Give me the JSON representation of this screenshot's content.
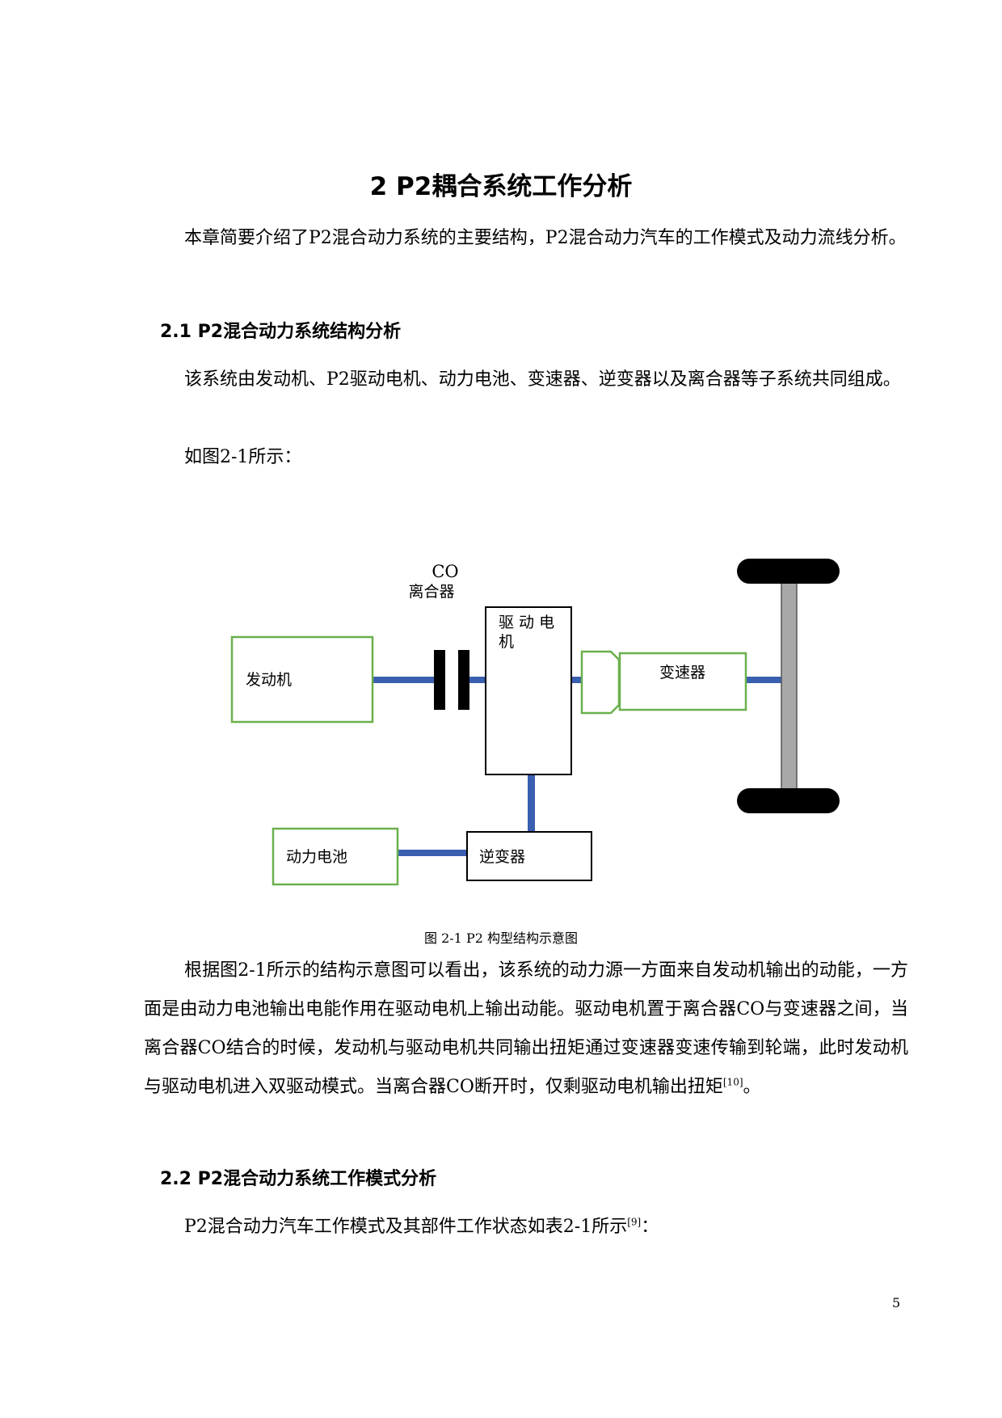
{
  "heading": "2   P2耦合系统工作分析",
  "intro": {
    "text": "本章简要介绍了P2混合动力系统的主要结构，P2混合动力汽车的工作模式及动力流线分析。"
  },
  "section1": {
    "title": "2.1 P2混合动力系统结构分析",
    "para1": "该系统由发动机、P2驱动电机、动力电池、变速器、逆变器以及离合器等子系统共同组成。",
    "para2": "如图2-1所示："
  },
  "diagram": {
    "clutch_code": "CO",
    "clutch_label": "离合器",
    "engine_label": "发动机",
    "motor_label_line1": "驱 动 电",
    "motor_label_line2": "机",
    "gearbox_label": "变速器",
    "battery_label": "动力电池",
    "inverter_label": "逆变器",
    "colors": {
      "shaft": "#3b5fb0",
      "green_border": "#6ab04c",
      "axle": "#a8a8a8"
    }
  },
  "caption": "图 2-1 P2 构型结构示意图",
  "para3": {
    "text": "根据图2-1所示的结构示意图可以看出，该系统的动力源一方面来自发动机输出的动能，一方面是由动力电池输出电能作用在驱动电机上输出动能。驱动电机置于离合器CO与变速器之间，当离合器CO结合的时候，发动机与驱动电机共同输出扭矩通过变速器变速传输到轮端，此时发动机与驱动电机进入双驱动模式。当离合器CO断开时，仅剩驱动电机输出扭矩",
    "ref": "[10]",
    "end": "。"
  },
  "section2": {
    "title": "2.2 P2混合动力系统工作模式分析",
    "text": "P2混合动力汽车工作模式及其部件工作状态如表2-1所示",
    "ref": "[9]",
    "end": "："
  },
  "page_number": "5"
}
